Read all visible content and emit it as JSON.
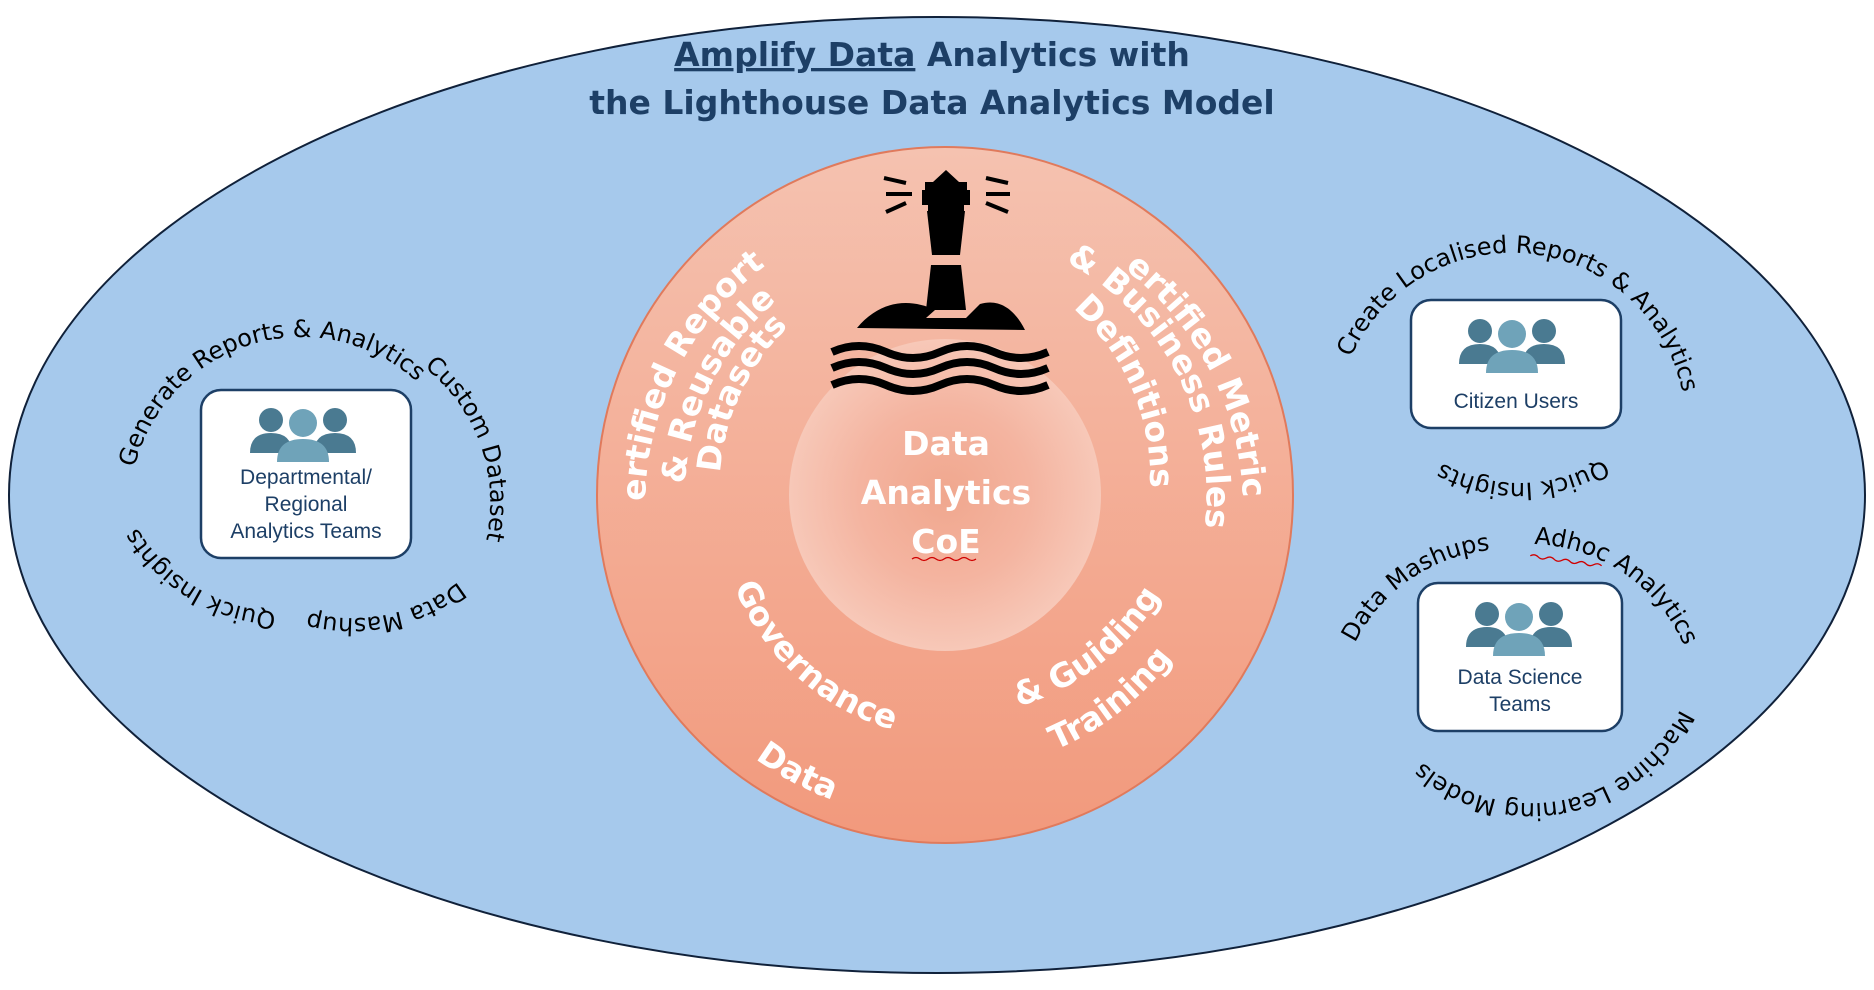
{
  "title": {
    "line1_underlined": "Amplify Data",
    "line1_rest": " Analytics with",
    "line2": "the Lighthouse Data Analytics Model"
  },
  "core": {
    "line1": "Data",
    "line2": "Analytics",
    "line3": "CoE"
  },
  "ring": {
    "certified_reports": [
      "Certified Reports",
      "& Reusable",
      "Datasets"
    ],
    "certified_metrics": [
      "Certified Metrics",
      "& Business Rules",
      "Definitions"
    ],
    "data_governance": [
      "Data",
      "Governance"
    ],
    "training_guiding": [
      "Training",
      "& Guiding"
    ]
  },
  "groups": {
    "departmental": {
      "label": [
        "Departmental/",
        "Regional",
        "Analytics Teams"
      ],
      "captions": {
        "generate": "Generate Reports & Analytics",
        "custom": "Custom Datasets",
        "mashup": "Data Mashup",
        "insights": "Quick Insights"
      }
    },
    "citizen": {
      "label": [
        "Citizen Users"
      ],
      "captions": {
        "create": "Create Localised Reports & Analytics",
        "insights": "Quick Insights"
      }
    },
    "science": {
      "label": [
        "Data Science",
        "Teams"
      ],
      "captions": {
        "mashups": "Data Mashups",
        "adhoc": "Adhoc Analytics",
        "ml": "Machine Learning Models"
      }
    }
  },
  "colors": {
    "outer_fill": "#a6c9ec",
    "outer_stroke": "#10213a",
    "ring_top": "#f5c2b0",
    "ring_bottom": "#f2997c",
    "title_text": "#1d3f66",
    "icon_dark": "#4a7a91",
    "icon_light": "#6fa3b9"
  },
  "icons": [
    "lighthouse-icon",
    "people-group-icon"
  ]
}
